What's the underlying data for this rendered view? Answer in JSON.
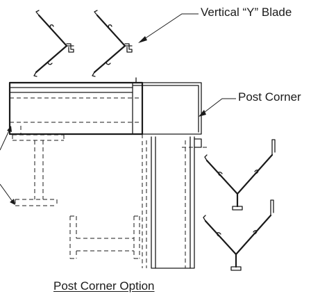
{
  "labels": {
    "vertical_y_blade": "Vertical “Y” Blade",
    "post_corner": "Post Corner",
    "caption": "Post Corner Option"
  },
  "colors": {
    "line": "#1a1a1a",
    "background": "#ffffff"
  }
}
